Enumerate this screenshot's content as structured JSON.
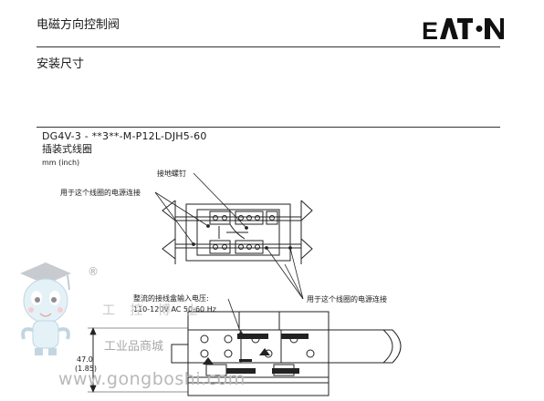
{
  "header": {
    "title": "电磁方向控制阀",
    "subtitle": "安装尺寸",
    "brand": "EATON"
  },
  "section": {
    "model": "DG4V-3  -  **3**-M-P12L-DJH5-60",
    "model_subtitle": "插装式线圈",
    "unit_note": "mm (inch)"
  },
  "callouts": {
    "ground_screw": "接地螺钉",
    "coil_power_left": "用于这个线圈的电源连接",
    "coil_power_right": "用于这个线圈的电源连接",
    "junction_input": "整流的接线盒输入电压:",
    "voltage": "110-120V AC 50-60 Hz",
    "dim_mm": "47.0",
    "dim_in": "(1.85)"
  },
  "watermark": {
    "brand_chars": "工 控 博 士",
    "mall_text": "工业品商城",
    "url": "www.gongboshi.com",
    "registered": "®"
  },
  "icons": [
    "eaton-logo",
    "mascot-icon",
    "registered-icon"
  ]
}
